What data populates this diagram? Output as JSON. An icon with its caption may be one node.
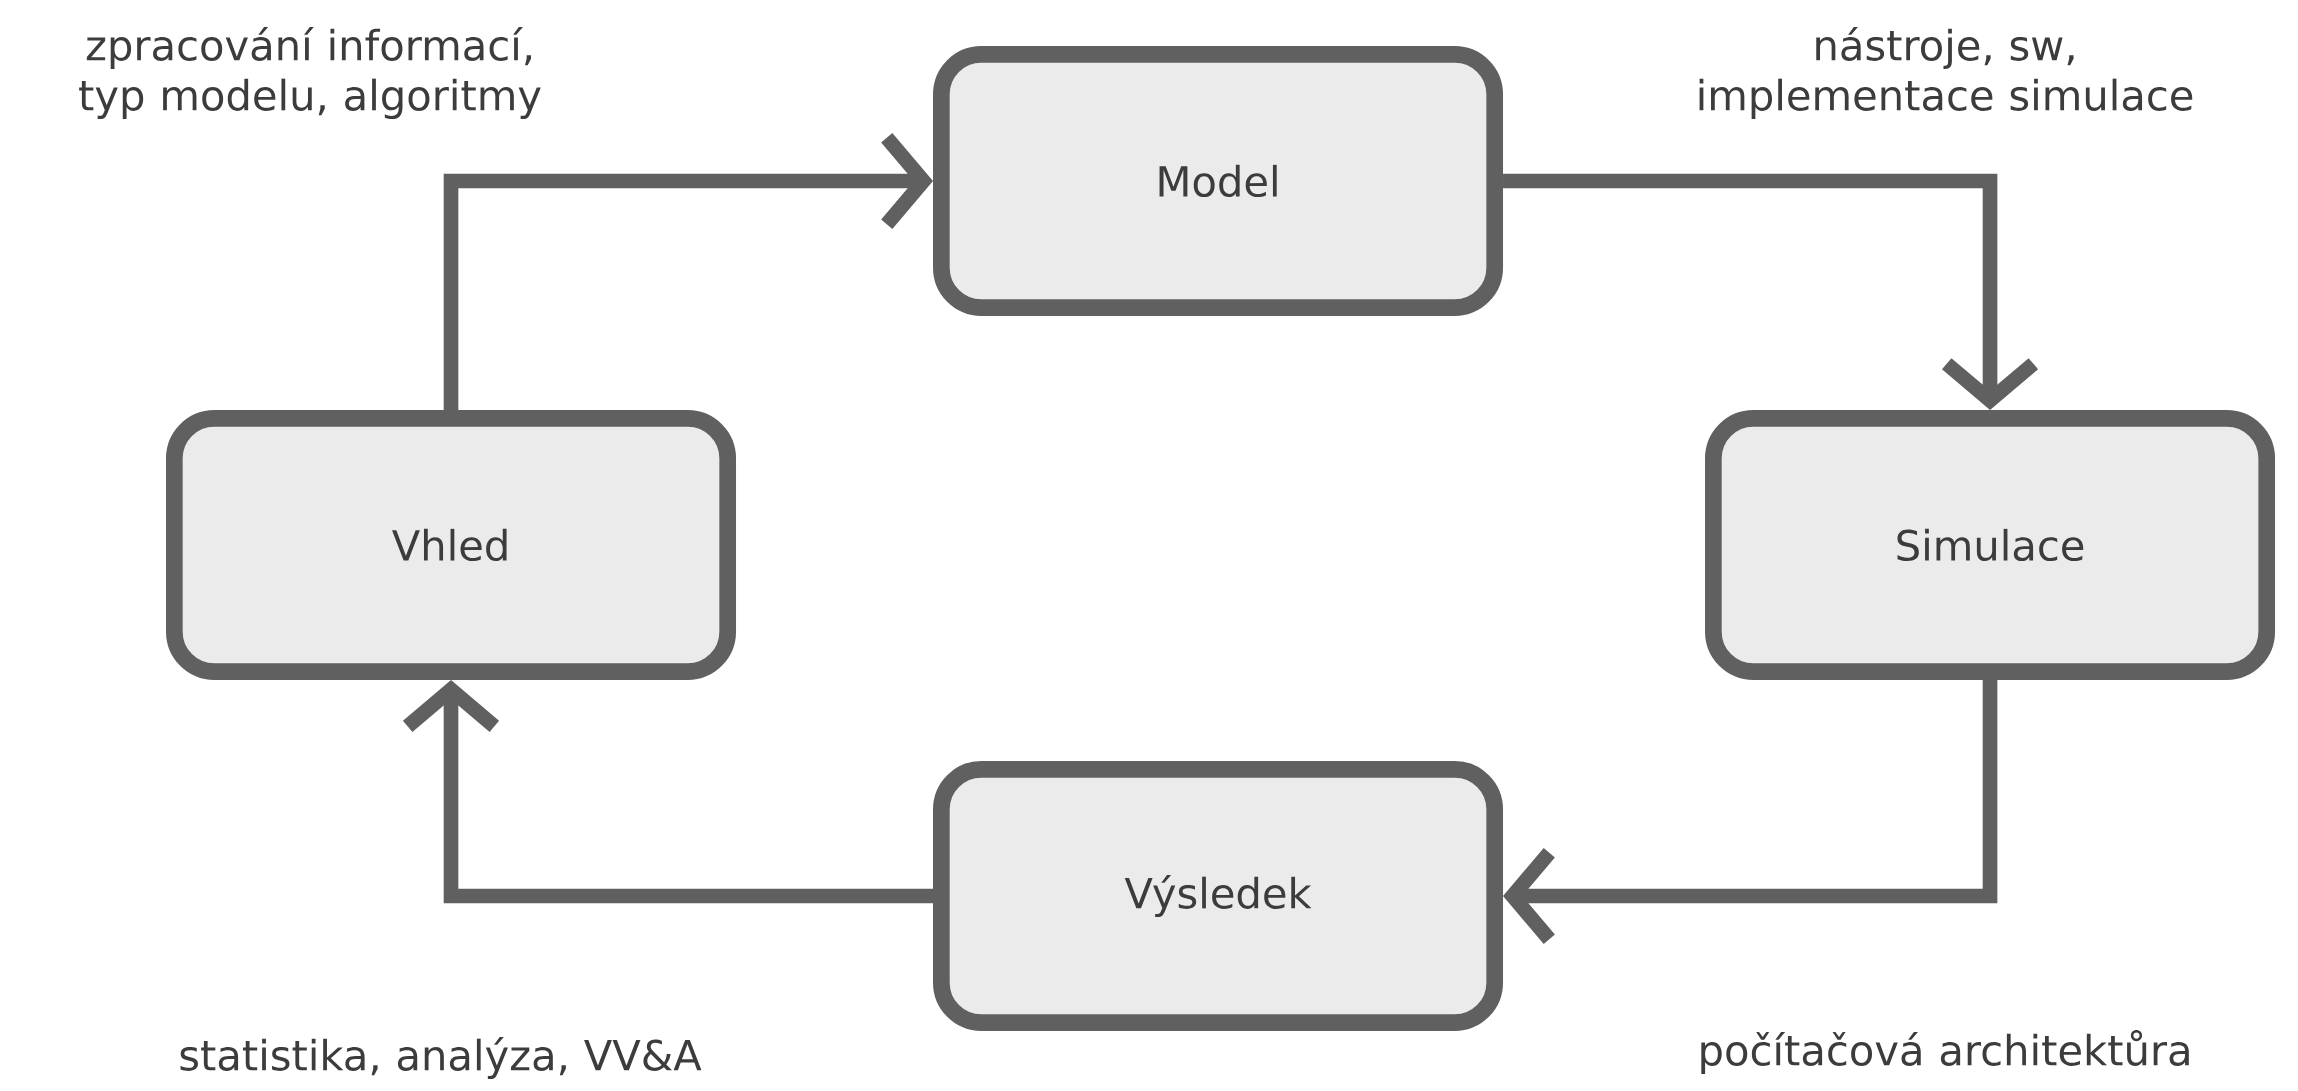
{
  "diagram": {
    "nodes": [
      {
        "text": [
          "Model"
        ]
      },
      {
        "text": [
          "Vhled"
        ]
      },
      {
        "text": [
          "Simulace"
        ]
      },
      {
        "text": [
          "Výsledek"
        ]
      }
    ],
    "edges": [
      {
        "from": 1,
        "to": 0,
        "arrow": "to"
      },
      {
        "from": 0,
        "to": 2,
        "arrow": "to"
      },
      {
        "from": 2,
        "to": 3,
        "arrow": "to"
      },
      {
        "from": 3,
        "to": 1,
        "arrow": "to"
      }
    ],
    "labels": [
      "zpracování informací, typ modelu, algoritmy",
      "nástroje, sw, implementace simulace",
      "statistika, analýza, VV&A",
      "počítačová architektůra"
    ]
  }
}
